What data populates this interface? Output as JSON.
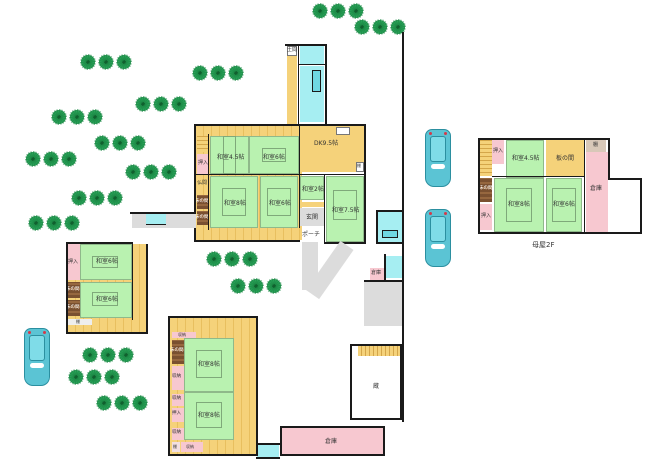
{
  "diagram": {
    "type": "floor-plan",
    "caption_2f": "母屋2F",
    "main_house_1f": {
      "rooms": [
        {
          "id": "washitsu-45-north",
          "label": "和室4.5帖"
        },
        {
          "id": "washitsu-6-north",
          "label": "和室6帖"
        },
        {
          "id": "dk",
          "label": "DK9.5帖"
        },
        {
          "id": "oshiire-1",
          "label": "押入"
        },
        {
          "id": "washitsu-8-a",
          "label": "和室8帖"
        },
        {
          "id": "washitsu-6-mid",
          "label": "和室6帖"
        },
        {
          "id": "washitsu-2",
          "label": "和室2帖"
        },
        {
          "id": "washitsu-75",
          "label": "和室7.5帖"
        },
        {
          "id": "genkan",
          "label": "玄関"
        },
        {
          "id": "porch",
          "label": "ポーチ"
        },
        {
          "id": "bu-tsuma",
          "label": "仏間"
        },
        {
          "id": "tokonoma-1",
          "label": "床の間"
        },
        {
          "id": "tokonoma-2",
          "label": "床の間"
        },
        {
          "id": "shelf-dk",
          "label": "棚"
        },
        {
          "id": "toilet",
          "label": "土間"
        },
        {
          "id": "shelf-75",
          "label": "棚"
        }
      ]
    },
    "west_wing": {
      "rooms": [
        {
          "id": "oshiire-w",
          "label": "押入"
        },
        {
          "id": "washitsu-6-w1",
          "label": "和室6帖"
        },
        {
          "id": "washitsu-6-w2",
          "label": "和室6帖"
        },
        {
          "id": "tokonoma-w1",
          "label": "床の間"
        },
        {
          "id": "tokonoma-w2",
          "label": "床の間"
        },
        {
          "id": "shelf-w",
          "label": "棚"
        }
      ]
    },
    "south_wing": {
      "rooms": [
        {
          "id": "shuno-top",
          "label": "収納"
        },
        {
          "id": "tokonoma-s",
          "label": "床の間"
        },
        {
          "id": "washitsu-8-s1",
          "label": "和室8帖"
        },
        {
          "id": "shuno-1",
          "label": "収納"
        },
        {
          "id": "shuno-2",
          "label": "収納"
        },
        {
          "id": "oshiire-s",
          "label": "押入"
        },
        {
          "id": "washitsu-8-s2",
          "label": "和室8帖"
        },
        {
          "id": "shuno-3",
          "label": "収納"
        },
        {
          "id": "shelf-s",
          "label": "棚"
        },
        {
          "id": "shuno-4",
          "label": "収納"
        }
      ]
    },
    "outbuildings": {
      "storage_small": "倉庫",
      "barn": "蔵",
      "storage_long": "倉庫"
    },
    "second_floor": {
      "rooms": [
        {
          "id": "oshiire-2f-1",
          "label": "押入"
        },
        {
          "id": "washitsu-45-2f",
          "label": "和室4.5帖"
        },
        {
          "id": "itanoma",
          "label": "板の間"
        },
        {
          "id": "shelf-2f",
          "label": "棚"
        },
        {
          "id": "tokonoma-2f",
          "label": "床の間"
        },
        {
          "id": "washitsu-8-2f",
          "label": "和室8帖"
        },
        {
          "id": "washitsu-6-2f",
          "label": "和室6帖"
        },
        {
          "id": "soko-2f",
          "label": "倉庫"
        },
        {
          "id": "oshiire-2f-2",
          "label": "押入"
        }
      ]
    },
    "colors": {
      "tatami": "#b9f2b0",
      "wood_floor": "#f5d27a",
      "closet": "#f7c8d0",
      "wet_area": "#a6eef2",
      "concrete": "#dcdcdc",
      "tree": "#1d8a46",
      "car": "#5bc4d4",
      "wall": "#1a1a1a"
    },
    "trees_count": 45,
    "cars_count": 3
  }
}
